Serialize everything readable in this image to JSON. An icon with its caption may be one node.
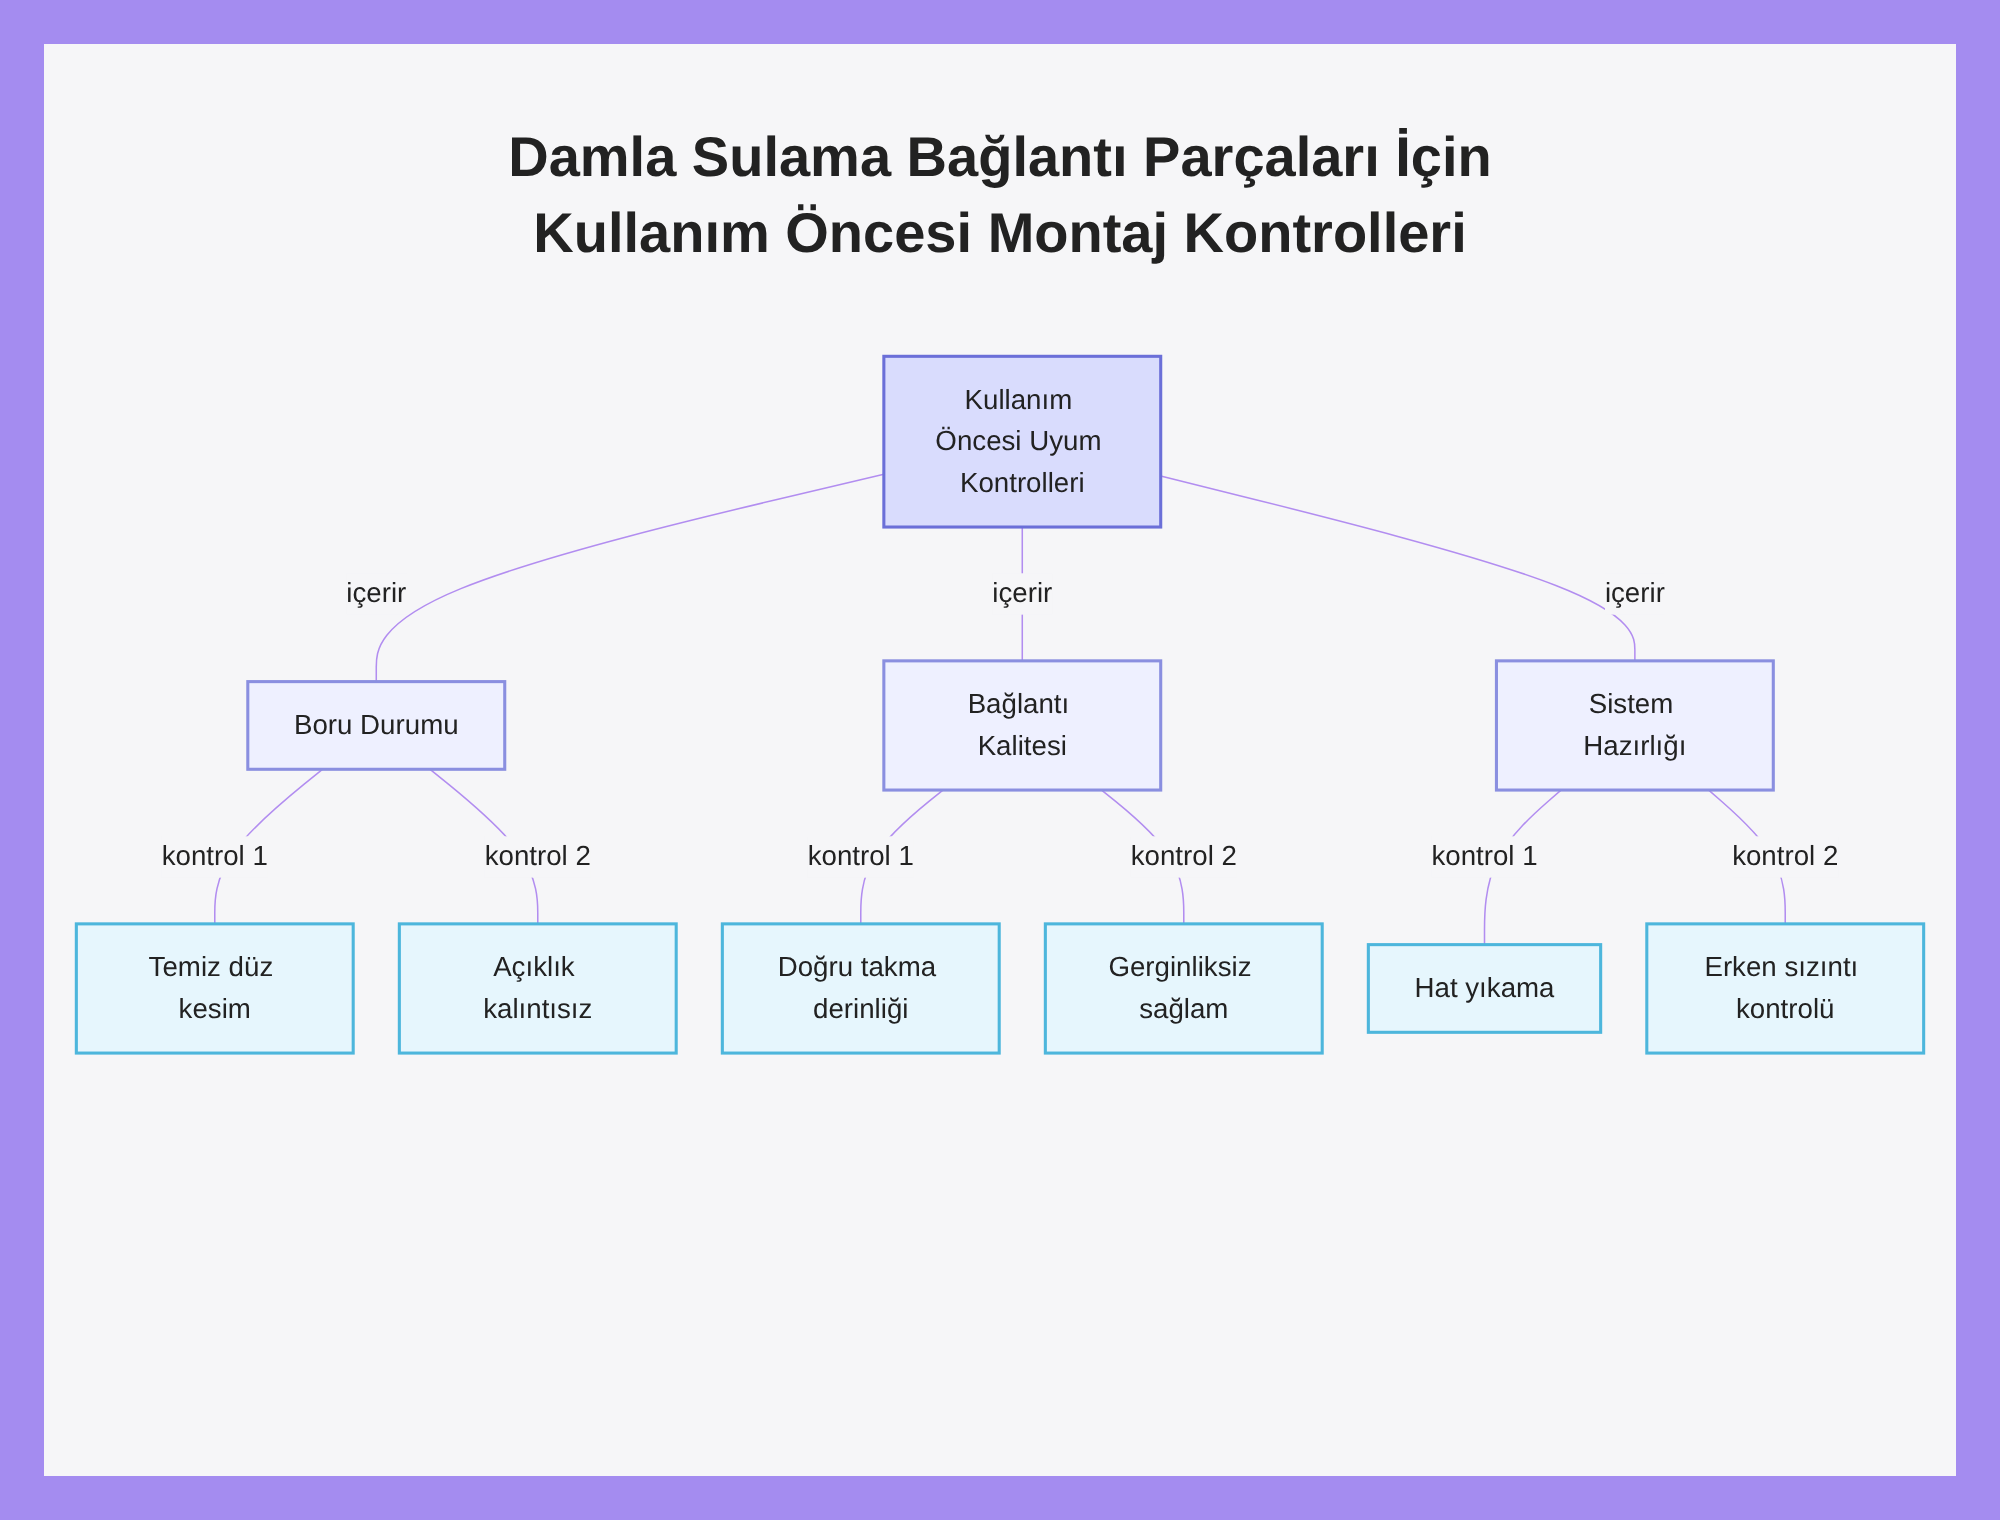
{
  "diagram": {
    "title": "Damla Sulama Bağlantı Parçaları İçin Kullanım Öncesi Montaj Kontrolleri",
    "nodes": [
      {
        "text": [
          "Kullanım Öncesi Uyum Kontrolleri"
        ]
      },
      {
        "text": [
          "Boru Durumu"
        ]
      },
      {
        "text": [
          "Bağlantı Kalitesi"
        ]
      },
      {
        "text": [
          "Sistem Hazırlığı"
        ]
      },
      {
        "text": [
          "Temiz düz kesim"
        ]
      },
      {
        "text": [
          "Açıklık kalıntısız"
        ]
      },
      {
        "text": [
          "Doğru takma derinliği"
        ]
      },
      {
        "text": [
          "Gerginliksiz sağlam"
        ]
      },
      {
        "text": [
          "Hat yıkama"
        ]
      },
      {
        "text": [
          "Erken sızıntı kontrolü"
        ]
      }
    ],
    "edges": [
      {
        "from": 0,
        "to": 1,
        "arrow": "none",
        "label": "içerir"
      },
      {
        "from": 0,
        "to": 2,
        "arrow": "none",
        "label": "içerir"
      },
      {
        "from": 0,
        "to": 3,
        "arrow": "none",
        "label": "içerir"
      },
      {
        "from": 1,
        "to": 4,
        "arrow": "none",
        "label": "kontrol 1"
      },
      {
        "from": 1,
        "to": 5,
        "arrow": "none",
        "label": "kontrol 2"
      },
      {
        "from": 2,
        "to": 6,
        "arrow": "none",
        "label": "kontrol 1"
      },
      {
        "from": 2,
        "to": 7,
        "arrow": "none",
        "label": "kontrol 2"
      },
      {
        "from": 3,
        "to": 8,
        "arrow": "none",
        "label": "kontrol 1"
      },
      {
        "from": 3,
        "to": 9,
        "arrow": "none",
        "label": "kontrol 2"
      }
    ]
  }
}
